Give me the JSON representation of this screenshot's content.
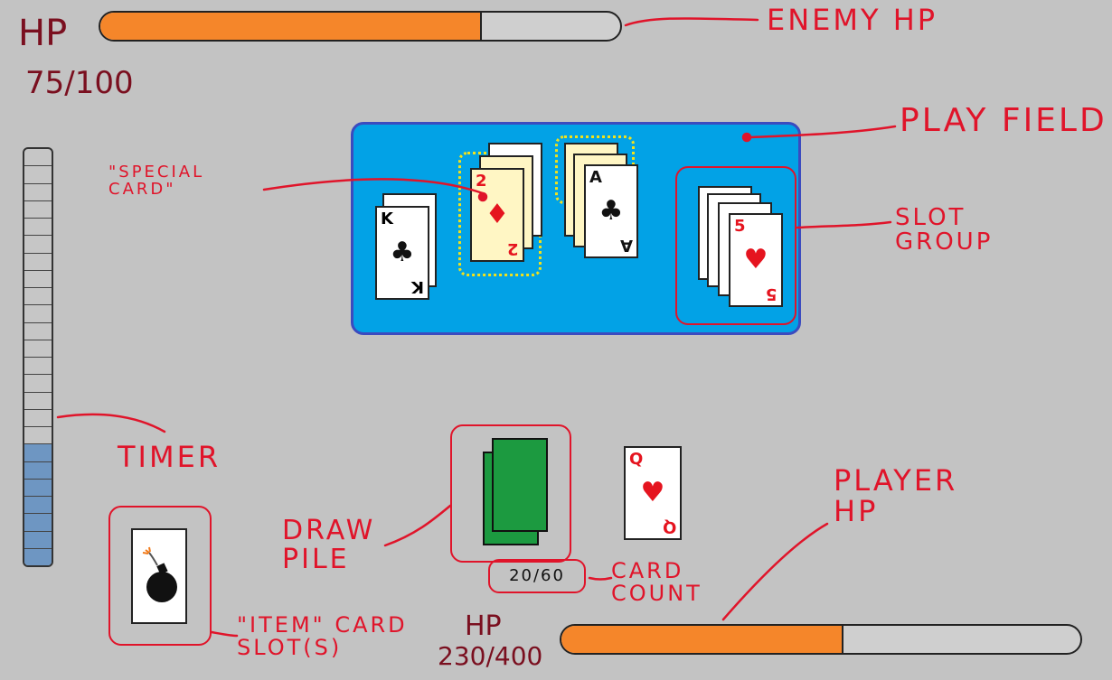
{
  "enemy": {
    "hp_label": "HP",
    "hp_value": "75/100",
    "hp_fraction": 0.73,
    "annotation": "ENEMY HP",
    "fill_color": "#f5862a"
  },
  "player": {
    "hp_label": "HP",
    "hp_value": "230/400",
    "hp_fraction": 0.54,
    "annotation": "PLAYER HP",
    "fill_color": "#f5862a"
  },
  "play_field": {
    "annotation": "PLAY FIELD",
    "color": "#02a2e6",
    "stacks": [
      {
        "rank": "K",
        "suit": "♣",
        "color": "black",
        "special": false
      },
      {
        "rank": "2",
        "suit": "♦",
        "color": "red",
        "special": true
      },
      {
        "rank": "A",
        "suit": "♣",
        "color": "black",
        "special": false
      }
    ],
    "slot_group": {
      "annotation": "SLOT GROUP",
      "top_card": {
        "rank": "5",
        "suit": "♥",
        "color": "red"
      }
    },
    "special_annotation": "\"SPECIAL CARD\""
  },
  "timer": {
    "annotation": "TIMER",
    "segments_total": 24,
    "segments_filled": 7,
    "fill_color": "#6e96c2"
  },
  "draw_pile": {
    "annotation": "DRAW PILE",
    "back_color": "#1c9a40",
    "count": "20/60",
    "count_annotation": "CARD COUNT"
  },
  "hand_card": {
    "rank": "Q",
    "suit": "♥",
    "color": "red"
  },
  "item_slot": {
    "annotation": "\"ITEM\" CARD SLOT(S)",
    "item_icon": "bomb-icon"
  }
}
